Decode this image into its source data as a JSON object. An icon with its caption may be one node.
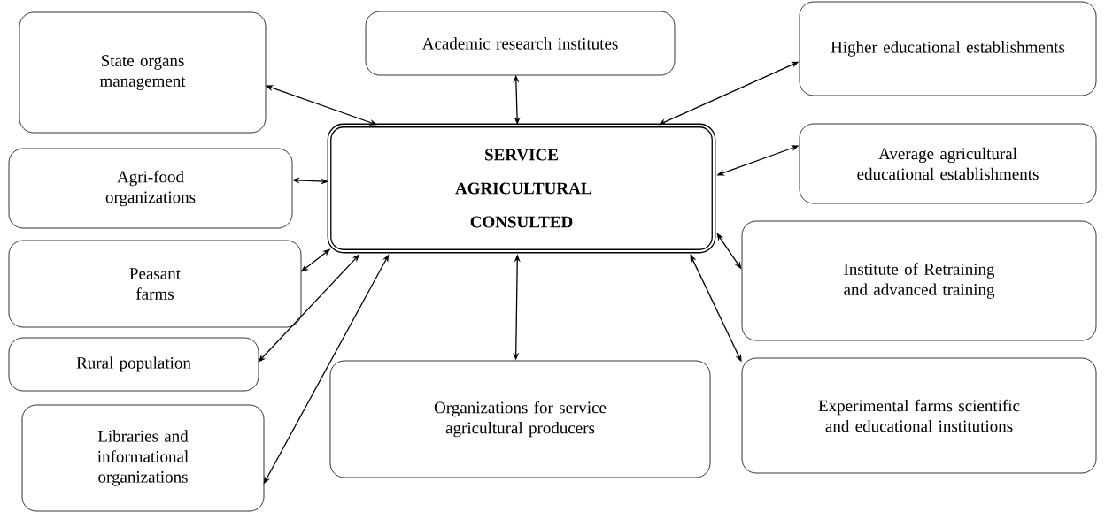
{
  "diagram": {
    "nodes": [
      {
        "text": [
          "SERVICE AGRICULTURAL CONSULTED"
        ]
      },
      {
        "text": [
          "State organs management"
        ]
      },
      {
        "text": [
          "Academic research institutes"
        ]
      },
      {
        "text": [
          "Higher educational establishments"
        ]
      },
      {
        "text": [
          "Agri-food organizations"
        ]
      },
      {
        "text": [
          "Average agricultural educational establishments"
        ]
      },
      {
        "text": [
          "Peasant farms"
        ]
      },
      {
        "text": [
          "Institute of Retraining and advanced training"
        ]
      },
      {
        "text": [
          "Rural population"
        ]
      },
      {
        "text": [
          "Organizations for service agricultural producers"
        ]
      },
      {
        "text": [
          "Experimental farms scientific and educational institutions"
        ]
      },
      {
        "text": [
          "Libraries and informational organizations"
        ]
      }
    ],
    "edges": [
      {
        "from": 1,
        "to": 0,
        "arrow": "both"
      },
      {
        "from": 2,
        "to": 0,
        "arrow": "both"
      },
      {
        "from": 3,
        "to": 0,
        "arrow": "both"
      },
      {
        "from": 4,
        "to": 0,
        "arrow": "both"
      },
      {
        "from": 5,
        "to": 0,
        "arrow": "both"
      },
      {
        "from": 6,
        "to": 0,
        "arrow": "both"
      },
      {
        "from": 7,
        "to": 0,
        "arrow": "both"
      },
      {
        "from": 8,
        "to": 0,
        "arrow": "both"
      },
      {
        "from": 9,
        "to": 0,
        "arrow": "both"
      },
      {
        "from": 10,
        "to": 0,
        "arrow": "both"
      },
      {
        "from": 11,
        "to": 0,
        "arrow": "both"
      }
    ]
  }
}
